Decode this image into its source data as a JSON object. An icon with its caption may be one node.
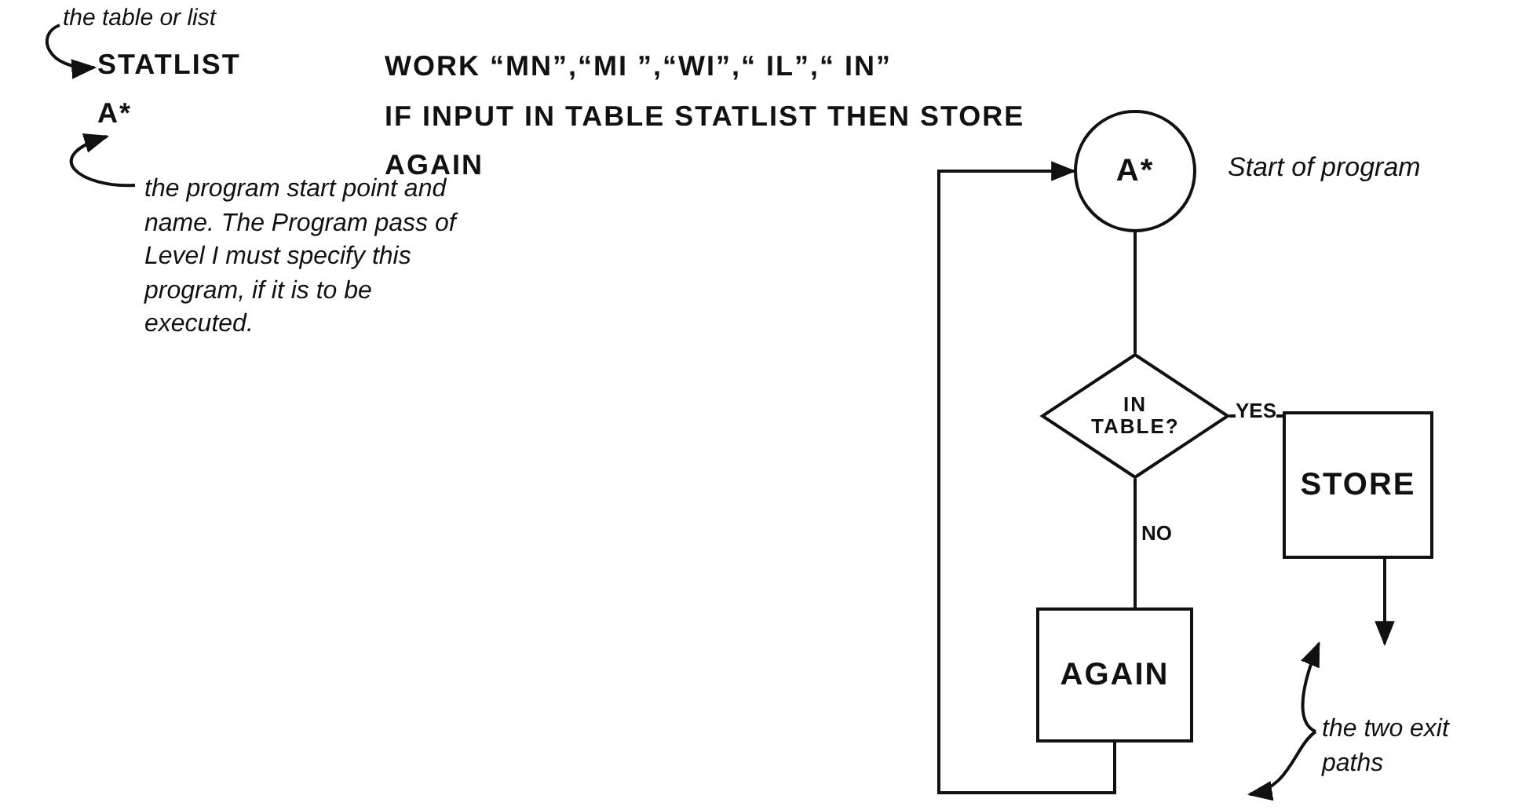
{
  "diagram": {
    "nodes": [
      {
        "text": [
          "the table or list"
        ]
      },
      {
        "text": [
          "STATLIST"
        ]
      },
      {
        "text": [
          "A*"
        ]
      },
      {
        "text": [
          "the program start point and name. The Program pass of Level I must specify this program, if it is to be executed."
        ]
      },
      {
        "text": [
          "A*"
        ],
        "beside": [
          "Start of program"
        ]
      },
      {
        "text": [
          "IN TABLE?"
        ]
      },
      {
        "text": [
          "STORE"
        ]
      },
      {
        "text": [
          "AGAIN"
        ]
      },
      {
        "text": [
          "the two exit paths"
        ]
      }
    ],
    "edges": [
      {
        "from": 0,
        "to": 1,
        "arrow": "to"
      },
      {
        "from": 3,
        "to": 2,
        "arrow": "to"
      },
      {
        "from": 4,
        "to": 5,
        "arrow": "none"
      },
      {
        "from": 5,
        "to": 6,
        "arrow": "none",
        "label": "YES"
      },
      {
        "from": 5,
        "to": 7,
        "arrow": "none",
        "label": "NO"
      },
      {
        "from": 7,
        "to": 4,
        "arrow": "to"
      },
      {
        "from": 6,
        "to": null,
        "arrow": "to"
      },
      {
        "from": 8,
        "to": null,
        "arrow": "to"
      },
      {
        "from": 8,
        "to": null,
        "arrow": "to"
      }
    ],
    "labels": [
      "WORK “MN”,“MI ”,“WI”,“ IL”,“ IN”",
      "IF INPUT IN TABLE STATLIST THEN STORE",
      "AGAIN"
    ]
  }
}
